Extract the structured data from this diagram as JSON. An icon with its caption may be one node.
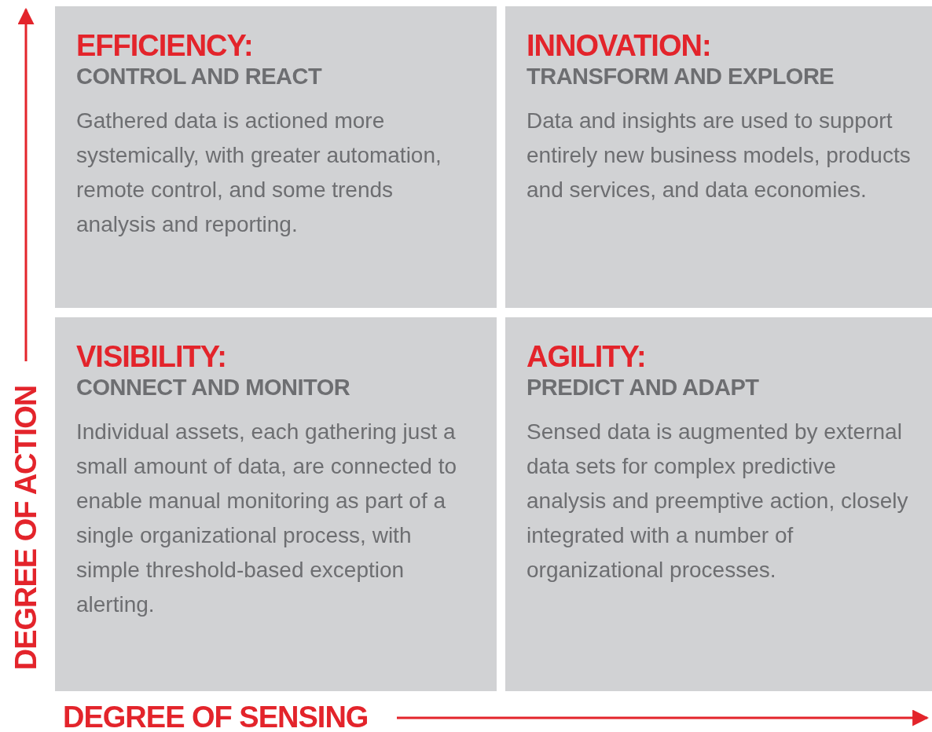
{
  "diagram": {
    "nodes": [
      {
        "text": [
          "EFFICIENCY:",
          "CONTROL AND REACT",
          "Gathered data is actioned more systemically, with greater automation, remote control, and some trends analysis and reporting."
        ]
      },
      {
        "text": [
          "INNOVATION:",
          "TRANSFORM AND EXPLORE",
          "Data and insights are used to support entirely new business models, products and services, and data economies."
        ]
      },
      {
        "text": [
          "VISIBILITY:",
          "CONNECT AND MONITOR",
          "Individual assets, each gathering just a small amount of data, are connected to enable manual monitoring as part of a single organizational process, with simple threshold-based exception alerting."
        ]
      },
      {
        "text": [
          "AGILITY:",
          "PREDICT AND ADAPT",
          "Sensed data is augmented by external data sets for complex predictive analysis and preemptive action, closely integrated with a number of organizational processes."
        ]
      }
    ],
    "labels": [
      "DEGREE OF ACTION",
      "DEGREE OF SENSING"
    ]
  }
}
